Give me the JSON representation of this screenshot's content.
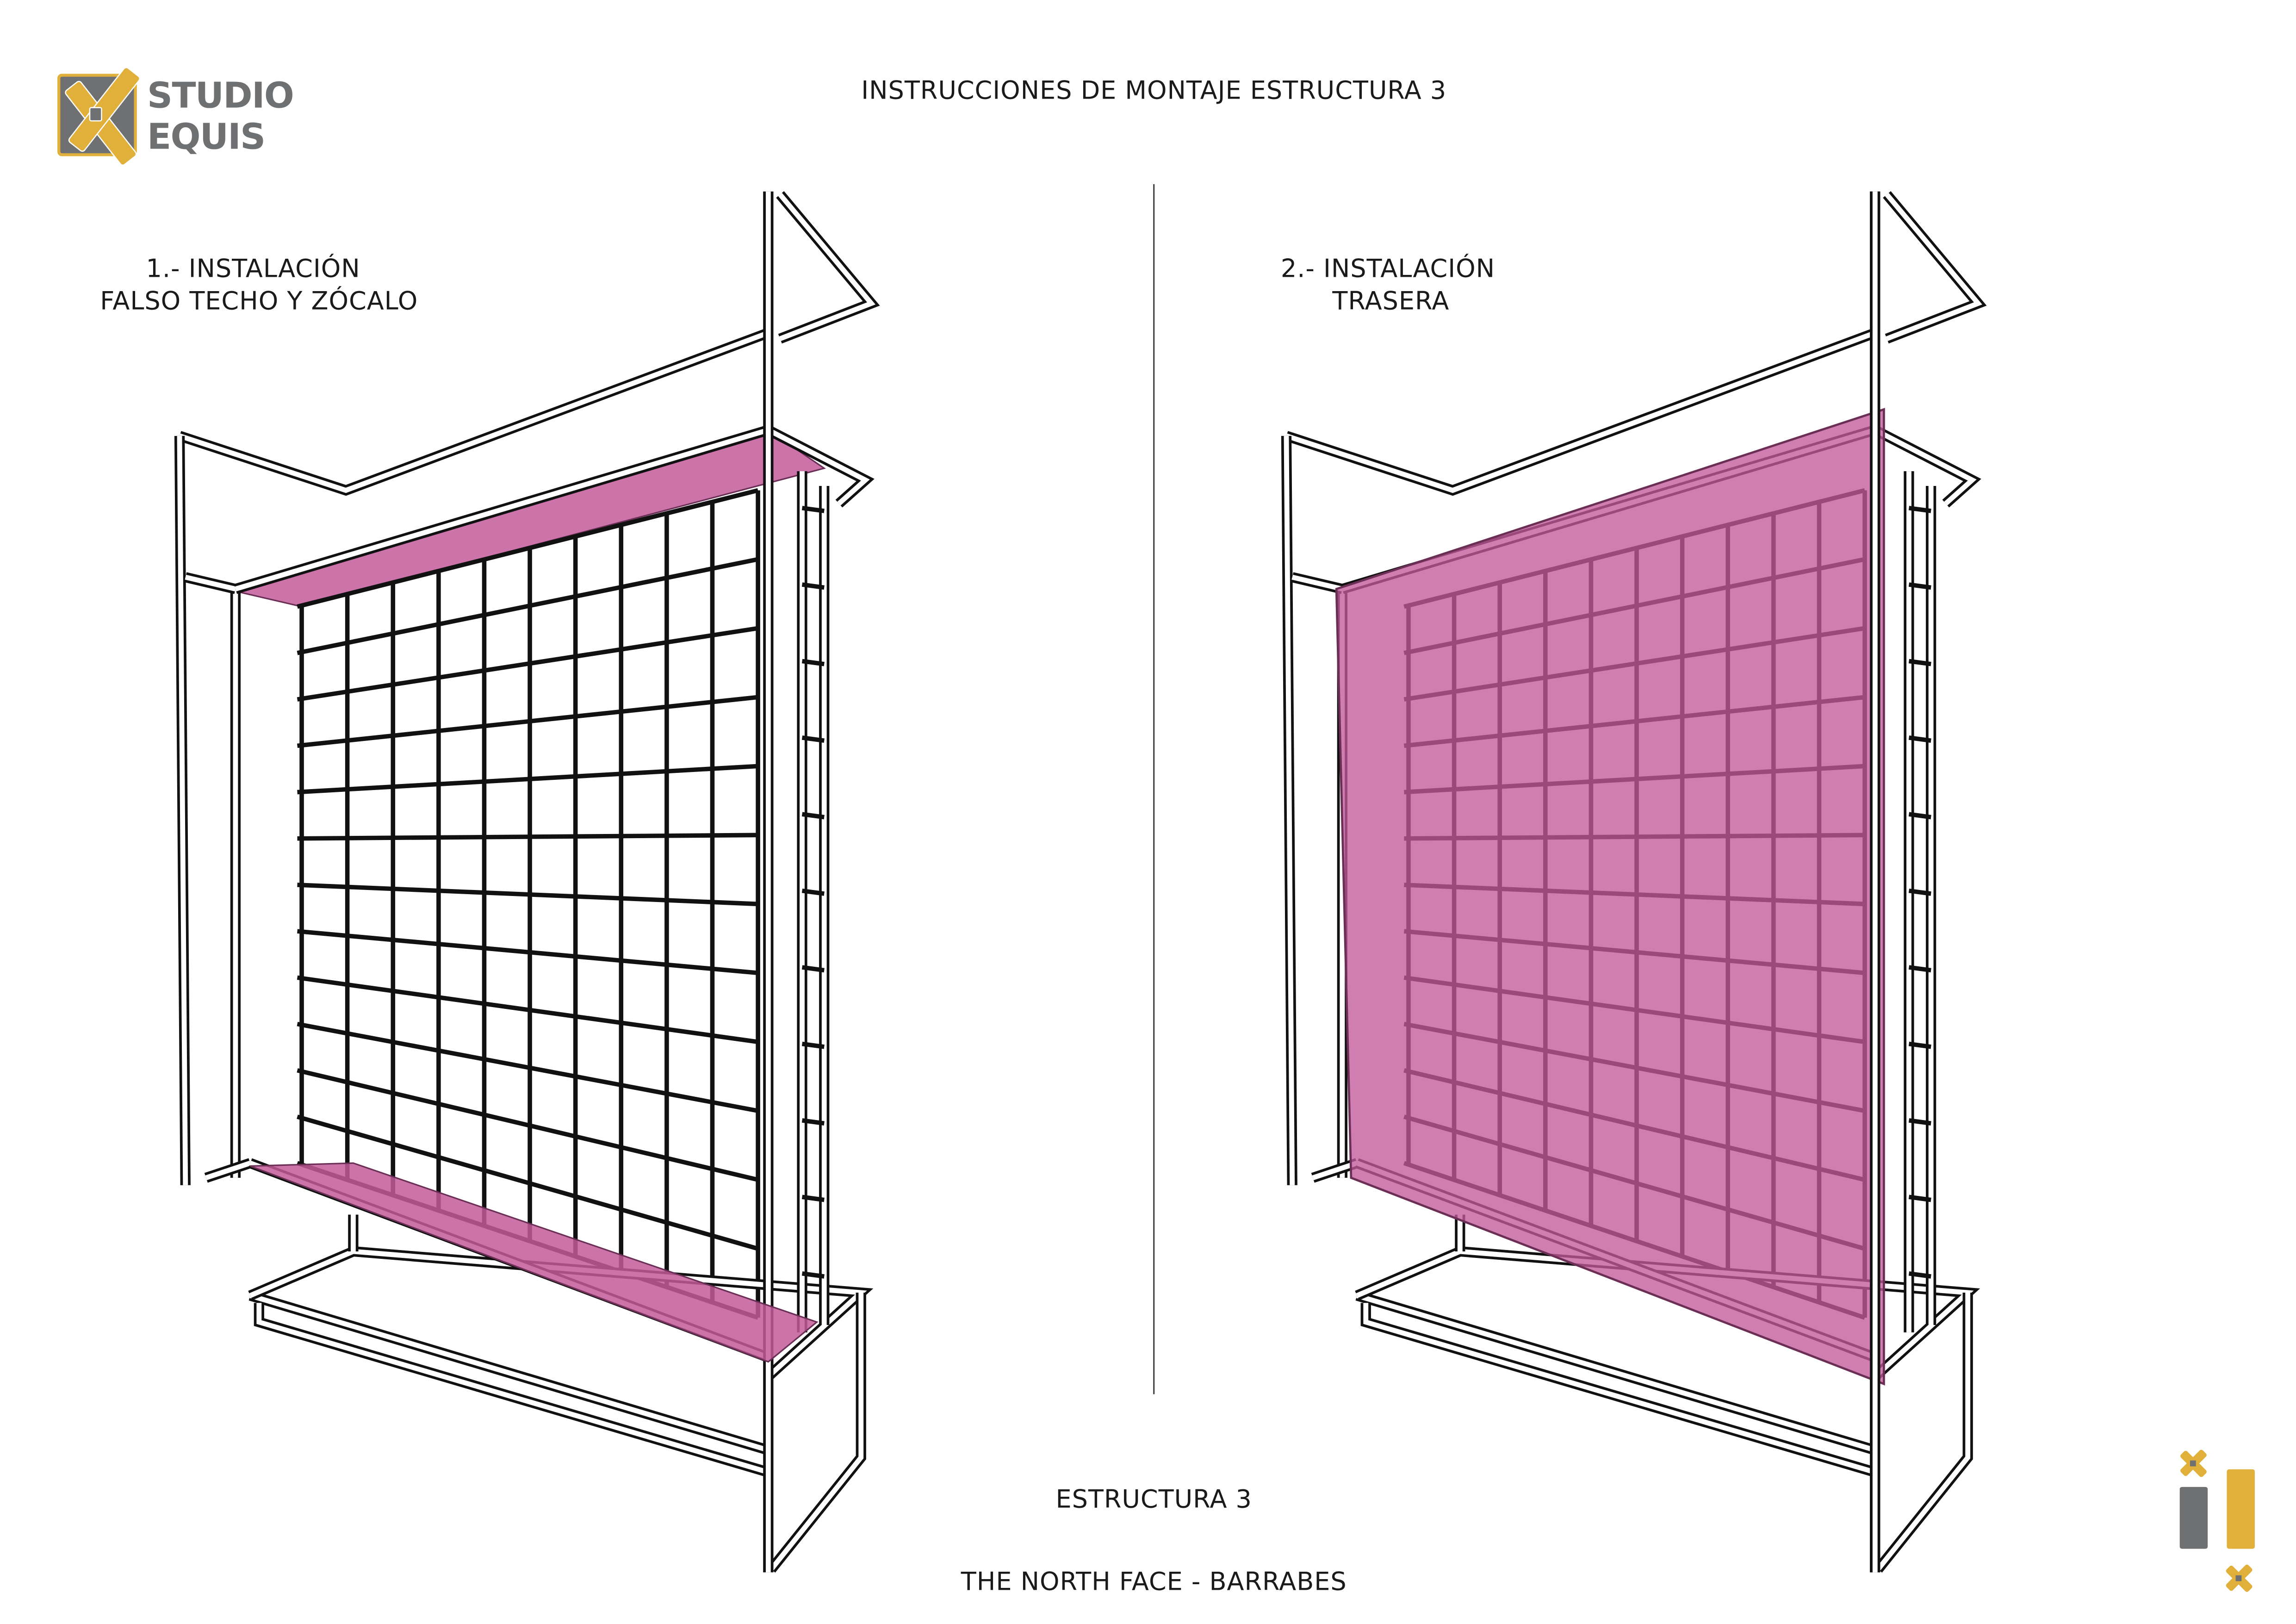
{
  "header": {
    "title": "INSTRUCCIONES DE MONTAJE ESTRUCTURA 3",
    "logo": {
      "line1": "STUDIO",
      "line2": "EQUIS"
    }
  },
  "steps": [
    {
      "line1": "1.- INSTALACIÓN",
      "line2": "FALSO TECHO Y ZÓCALO",
      "highlight": "ceiling-and-plinth"
    },
    {
      "line1": "2.- INSTALACIÓN",
      "line2": "TRASERA",
      "highlight": "back-panel"
    }
  ],
  "footer": {
    "structure": "ESTRUCTURA 3",
    "client": "THE NORTH FACE - BARRABES"
  },
  "colors": {
    "highlight": "#c35a9b",
    "brand_yellow": "#e1b03a",
    "brand_gray": "#6f7072",
    "line": "#111111"
  }
}
